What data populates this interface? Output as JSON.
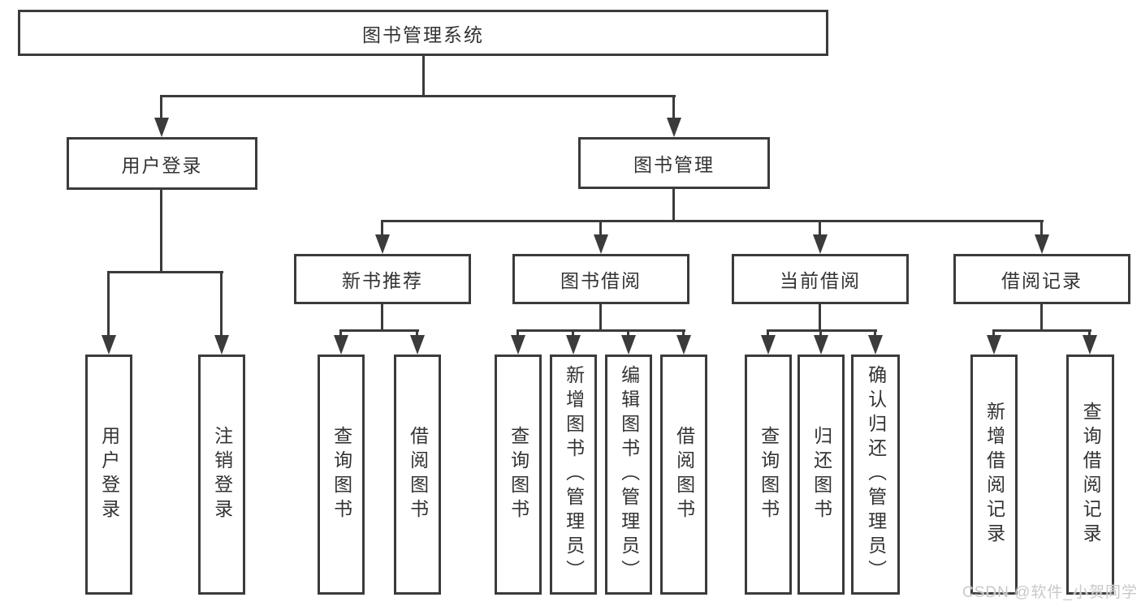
{
  "diagram": {
    "root": {
      "label": "图书管理系统"
    },
    "level2": [
      {
        "label": "用户登录"
      },
      {
        "label": "图书管理"
      }
    ],
    "level3": [
      {
        "label": "新书推荐"
      },
      {
        "label": "图书借阅"
      },
      {
        "label": "当前借阅"
      },
      {
        "label": "借阅记录"
      }
    ],
    "leaves": {
      "user_login": [
        "用户登录",
        "注销登录"
      ],
      "new_book_recommend": [
        "查询图书",
        "借阅图书"
      ],
      "book_borrowing": [
        "查询图书",
        "新增图书（管理员）",
        "编辑图书（管理员）",
        "借阅图书"
      ],
      "current_borrowing": [
        "查询图书",
        "归还图书",
        "确认归还（管理员）"
      ],
      "borrowing_records": [
        "新增借阅记录",
        "查询借阅记录"
      ]
    }
  },
  "watermark": {
    "text": "CSDN @软件_小贺同学"
  },
  "colors": {
    "line": "#3b3b3b",
    "text": "#333333",
    "background": "#ffffff",
    "watermark": "#c9c9c9"
  }
}
